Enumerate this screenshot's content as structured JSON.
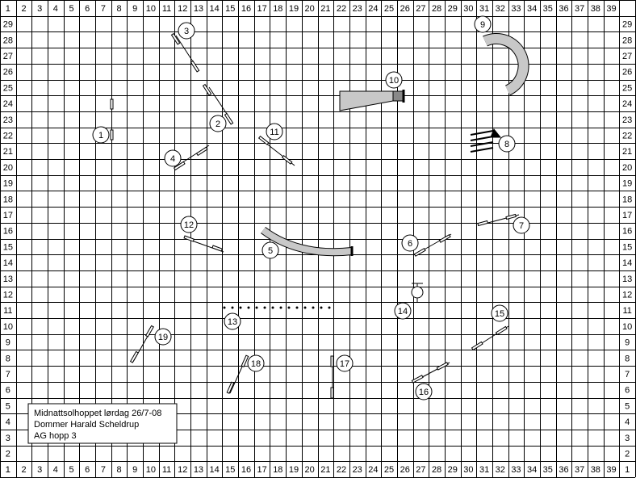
{
  "grid": {
    "cols": 39,
    "rows": 29
  },
  "info_box": {
    "line1": "Midnattsolhoppet lørdag 26/7-08",
    "line2": "Dommer Harald Scheldrup",
    "line3": "AG hopp 3"
  },
  "obstacles": [
    {
      "label": "1",
      "kind": "jump"
    },
    {
      "label": "2",
      "kind": "jump"
    },
    {
      "label": "3",
      "kind": "jump"
    },
    {
      "label": "4",
      "kind": "jump"
    },
    {
      "label": "5",
      "kind": "tunnel"
    },
    {
      "label": "6",
      "kind": "jump"
    },
    {
      "label": "7",
      "kind": "jump"
    },
    {
      "label": "8",
      "kind": "weave"
    },
    {
      "label": "9",
      "kind": "tunnel"
    },
    {
      "label": "10",
      "kind": "chute"
    },
    {
      "label": "11",
      "kind": "jump"
    },
    {
      "label": "12",
      "kind": "jump"
    },
    {
      "label": "13",
      "kind": "long-jump"
    },
    {
      "label": "14",
      "kind": "tire"
    },
    {
      "label": "15",
      "kind": "jump"
    },
    {
      "label": "16",
      "kind": "jump"
    },
    {
      "label": "17",
      "kind": "jump"
    },
    {
      "label": "18",
      "kind": "jump"
    },
    {
      "label": "19",
      "kind": "jump"
    }
  ]
}
